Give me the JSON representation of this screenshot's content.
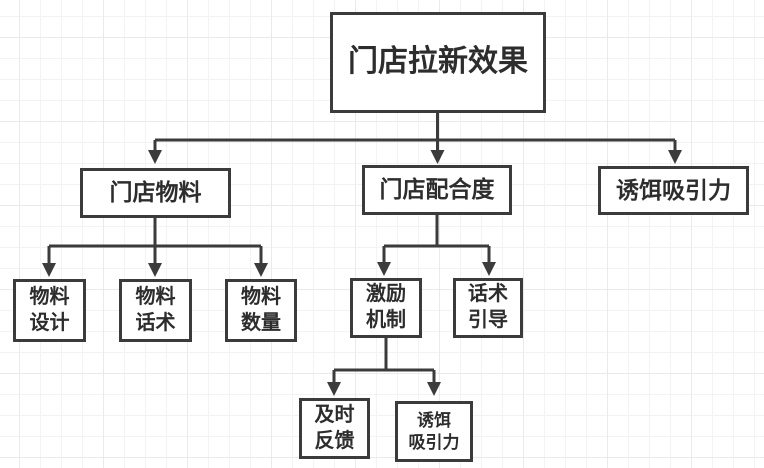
{
  "nodes": {
    "root": {
      "label": "门店拉新效果"
    },
    "store_materials": {
      "label": "门店物料"
    },
    "store_cooperation": {
      "label": "门店配合度"
    },
    "bait_attractiveness": {
      "label": "诱饵吸引力"
    },
    "material_design": {
      "line1": "物料",
      "line2": "设计"
    },
    "material_script": {
      "line1": "物料",
      "line2": "话术"
    },
    "material_quantity": {
      "line1": "物料",
      "line2": "数量"
    },
    "incentive_mechanism": {
      "line1": "激励",
      "line2": "机制"
    },
    "script_guidance": {
      "line1": "话术",
      "line2": "引导"
    },
    "timely_feedback": {
      "line1": "及时",
      "line2": "反馈"
    },
    "bait_attractiveness_sub": {
      "line1": "诱饵",
      "line2": "吸引力"
    }
  },
  "colors": {
    "line": "#3b3b3b",
    "text": "#2d2d2d",
    "node_fill": "#ffffff",
    "grid_minor": "#f3f3f6",
    "grid_major": "#eaeaee"
  }
}
